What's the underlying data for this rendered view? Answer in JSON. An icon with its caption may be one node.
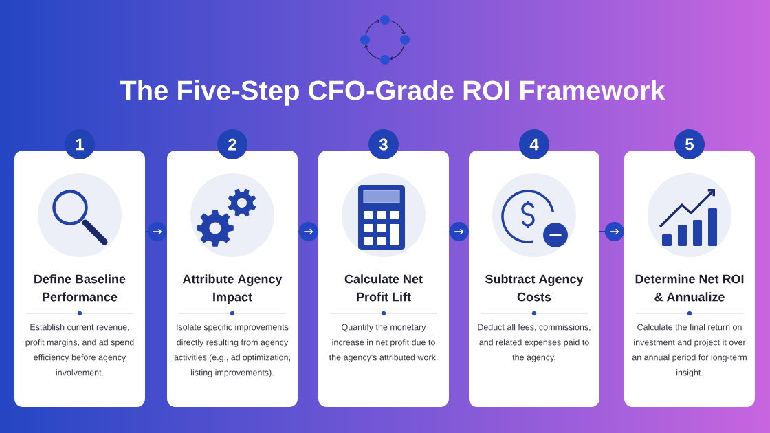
{
  "diagram": {
    "title": "The Five-Step CFO-Grade ROI Framework",
    "nodes": [
      {
        "text": [
          "1"
        ]
      },
      {
        "text": [
          "Define Baseline Performance",
          "Establish current revenue, profit margins, and ad spend efficiency before agency involvement."
        ]
      },
      {
        "text": [
          "2"
        ]
      },
      {
        "text": [
          "Attribute Agency Impact",
          "Isolate specific improvements directly resulting from agency activities (e.g., ad optimization, listing improvements)."
        ]
      },
      {
        "text": [
          "3"
        ]
      },
      {
        "text": [
          "Calculate Net Profit Lift",
          "Quantify the monetary increase in net profit due to the agency's attributed work."
        ]
      },
      {
        "text": [
          "4"
        ]
      },
      {
        "text": [
          "Subtract Agency Costs",
          "Deduct all fees, commissions, and related expenses paid to the agency."
        ]
      },
      {
        "text": [
          "5"
        ]
      },
      {
        "text": [
          "Determine Net ROI & Annualize",
          "Calculate the final return on investment and project it over an annual period for long-term insight."
        ]
      }
    ],
    "edges": [
      {
        "from": 1,
        "to": 3,
        "arrow": "to"
      },
      {
        "from": 3,
        "to": 5,
        "arrow": "to"
      },
      {
        "from": 5,
        "to": 7,
        "arrow": "to"
      },
      {
        "from": 7,
        "to": 9,
        "arrow": "to"
      }
    ]
  }
}
